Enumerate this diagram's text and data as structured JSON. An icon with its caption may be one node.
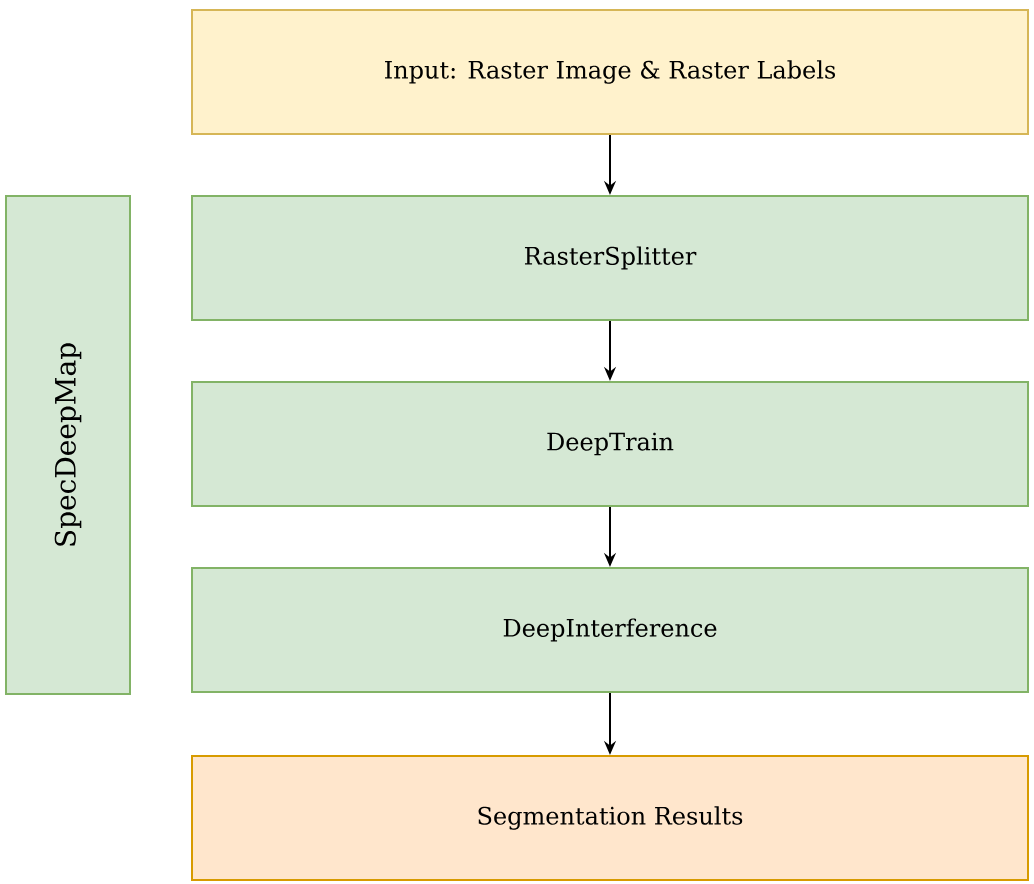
{
  "diagram": {
    "nodes": [
      {
        "text": [
          "Input: Raster Image & Raster Labels"
        ]
      },
      {
        "text": [
          "SpecDeepMap"
        ]
      },
      {
        "text": [
          "RasterSplitter"
        ]
      },
      {
        "text": [
          "DeepTrain"
        ]
      },
      {
        "text": [
          "DeepInterference"
        ]
      },
      {
        "text": [
          "Segmentation Results"
        ]
      }
    ],
    "edges": [
      {
        "from": 0,
        "to": 2,
        "arrow": "to"
      },
      {
        "from": 2,
        "to": 3,
        "arrow": "to"
      },
      {
        "from": 3,
        "to": 4,
        "arrow": "to"
      },
      {
        "from": 4,
        "to": 5,
        "arrow": "to"
      }
    ]
  }
}
